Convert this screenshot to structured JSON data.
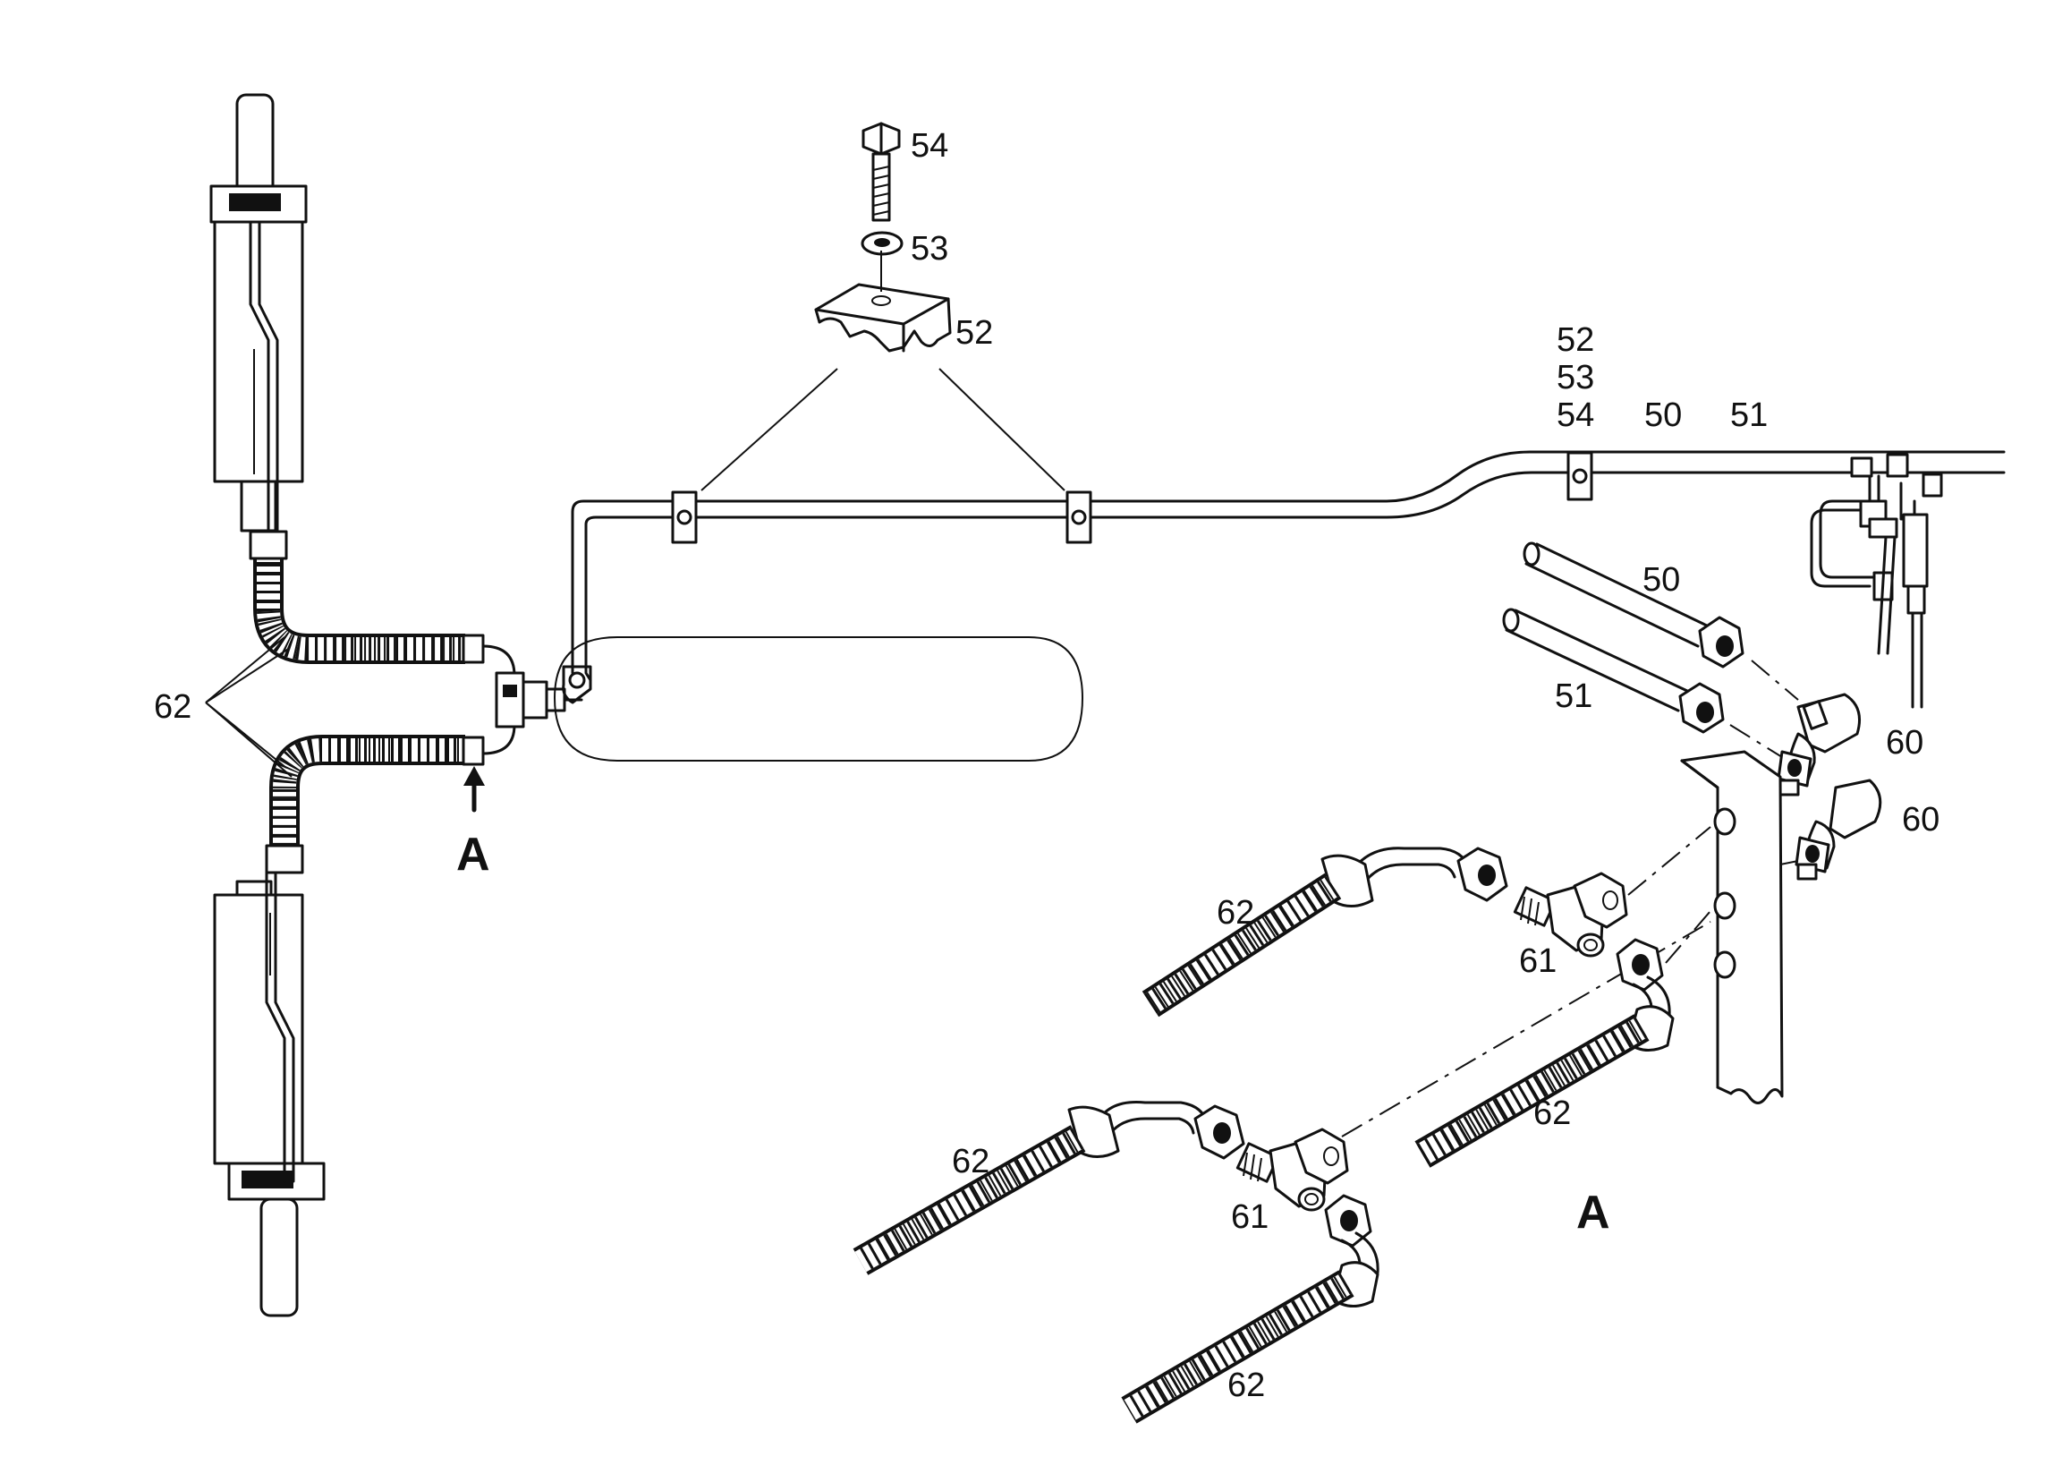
{
  "labels": {
    "bolt": "54",
    "washer": "53",
    "clamp": "52",
    "stack_clamp": "52",
    "stack_washer": "53",
    "stack_bolt": "54",
    "pipe_upper": "50",
    "pipe_lower": "51",
    "hose_left": "62",
    "view_marker": "A",
    "pipe_detail_upper": "50",
    "pipe_detail_lower": "51",
    "elbow_upper": "60",
    "elbow_lower": "60",
    "hose_detail_1": "62",
    "tee_1": "61",
    "hose_detail_2": "62",
    "hose_detail_3": "62",
    "tee_2": "61",
    "hose_detail_4": "62",
    "view_title": "A"
  },
  "colors": {
    "line": "#111111",
    "background": "#ffffff"
  }
}
